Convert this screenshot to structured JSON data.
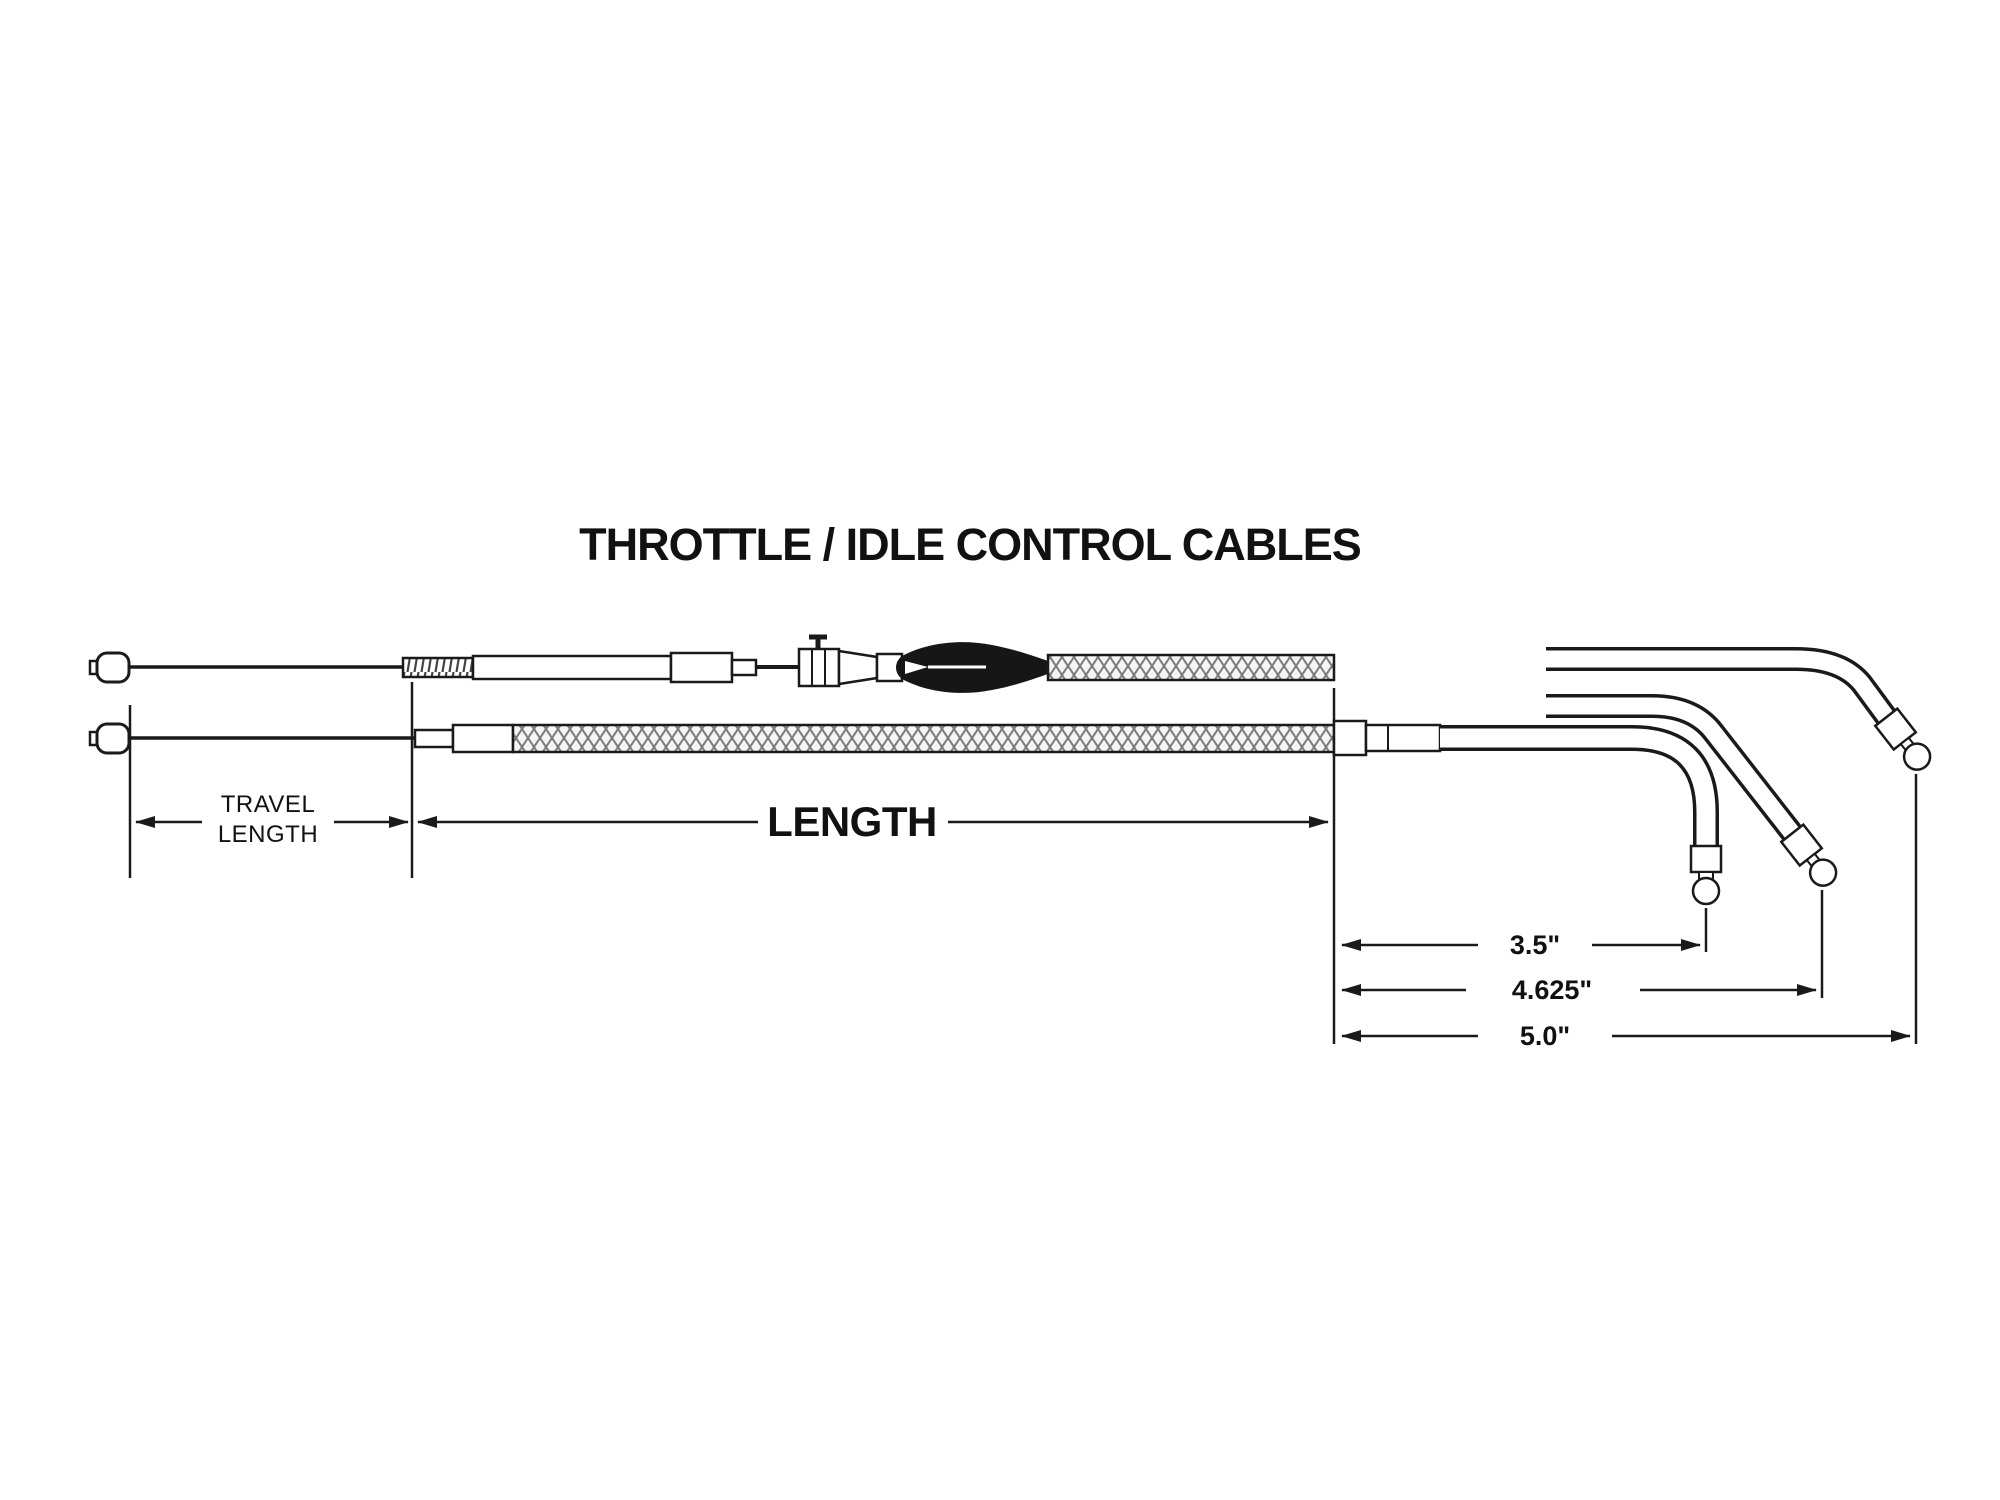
{
  "diagram": {
    "title": "THROTTLE / IDLE CONTROL CABLES",
    "travel_length_label": {
      "line1": "TRAVEL",
      "line2": "LENGTH"
    },
    "length_label": "LENGTH",
    "dimensions": {
      "d1": "3.5\"",
      "d2": "4.625\"",
      "d3": "5.0\""
    },
    "colors": {
      "line": "#1a1a1a",
      "background": "#ffffff",
      "boot": "#161616"
    }
  }
}
